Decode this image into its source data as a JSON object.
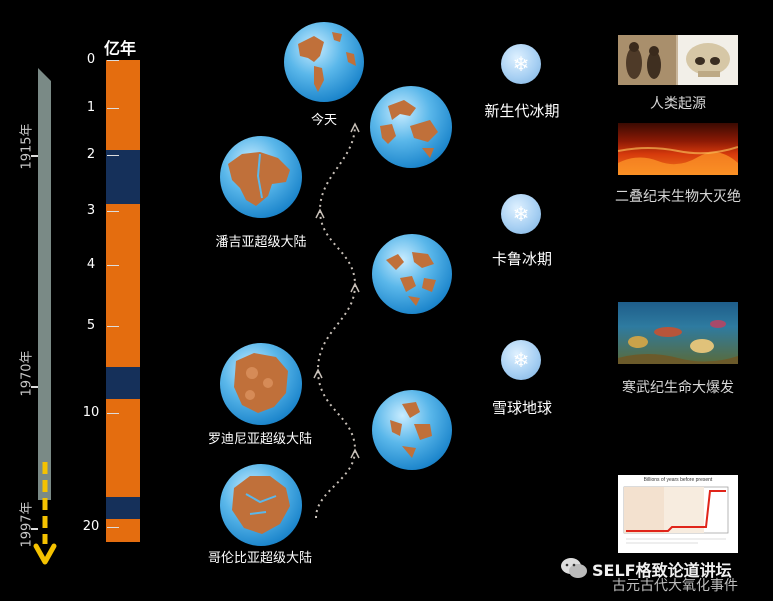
{
  "scale": {
    "unit_label": "亿年",
    "ticks": [
      "0",
      "1",
      "2",
      "3",
      "4",
      "5",
      "10",
      "20"
    ]
  },
  "history_bar": {
    "years": [
      "1915年",
      "1970年",
      "1997年"
    ]
  },
  "globes": {
    "today": "今天",
    "pangea": "潘吉亚超级大陆",
    "rodinia": "罗迪尼亚超级大陆",
    "columbia": "哥伦比亚超级大陆"
  },
  "ice_ages": {
    "cenozoic": "新生代冰期",
    "karoo": "卡鲁冰期",
    "snowball": "雪球地球"
  },
  "events": {
    "human_origin": "人类起源",
    "permian_extinction": "二叠纪末生物大灭绝",
    "cambrian_explosion": "寒武纪生命大爆发"
  },
  "chart_thumb": {
    "title": "Billions of years before present"
  },
  "watermark": {
    "brand": "SELF格致论道讲坛",
    "subtitle": "古元古代大氧化事件"
  },
  "colors": {
    "warm_band": "#e46d0f",
    "cold_band": "#15305a",
    "history_bar": "#7a8a86",
    "arrow": "#f5c200",
    "land": "#c0703a"
  }
}
